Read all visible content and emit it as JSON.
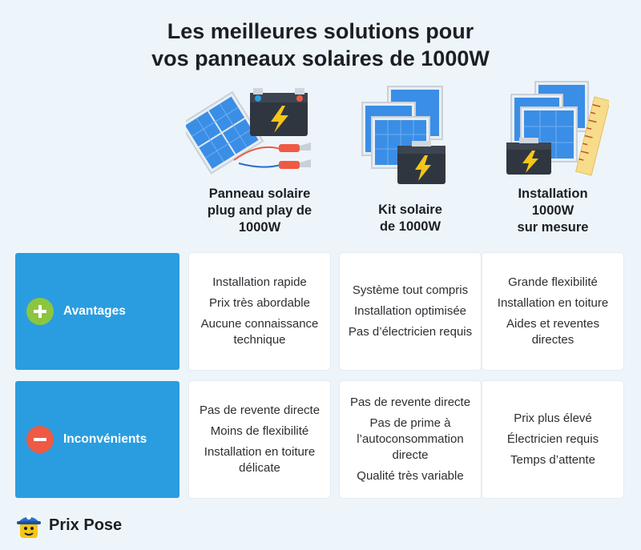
{
  "title": {
    "line1": "Les meilleures solutions pour",
    "line2": "vos panneaux solaires de 1000W"
  },
  "columns": [
    {
      "lines": [
        "Panneau solaire",
        "plug and play de",
        "1000W"
      ],
      "icon": "solar-panel-battery-cables-icon"
    },
    {
      "lines": [
        "Kit solaire",
        "de 1000W"
      ],
      "icon": "solar-kit-icon"
    },
    {
      "lines": [
        "Installation",
        "1000W",
        "sur mesure"
      ],
      "icon": "custom-installation-icon"
    }
  ],
  "rows": [
    {
      "label": "Avantages",
      "icon": "plus-icon",
      "color": "#8cc63f",
      "cells": [
        [
          "Installation rapide",
          "Prix très abordable",
          "Aucune connaissance technique"
        ],
        [
          "Système tout compris",
          "Installation optimisée",
          "Pas d’électricien requis"
        ],
        [
          "Grande flexibilité",
          "Installation en toiture",
          "Aides et reventes directes"
        ]
      ]
    },
    {
      "label": "Inconvénients",
      "icon": "minus-icon",
      "color": "#ef5a44",
      "cells": [
        [
          "Pas de revente directe",
          "Moins de flexibilité",
          "Installation en toiture délicate"
        ],
        [
          "Pas de revente directe",
          "Pas de prime à l’autoconsommation directe",
          "Qualité très variable"
        ],
        [
          "Prix plus élevé",
          "Électricien requis",
          "Temps d’attente"
        ]
      ]
    }
  ],
  "brand": {
    "name": "Prix Pose",
    "icon": "prix-pose-mascot-icon"
  },
  "colors": {
    "background": "#eef5fa",
    "row_label": "#2a9de0",
    "panel_blue": "#3a8ee6"
  }
}
